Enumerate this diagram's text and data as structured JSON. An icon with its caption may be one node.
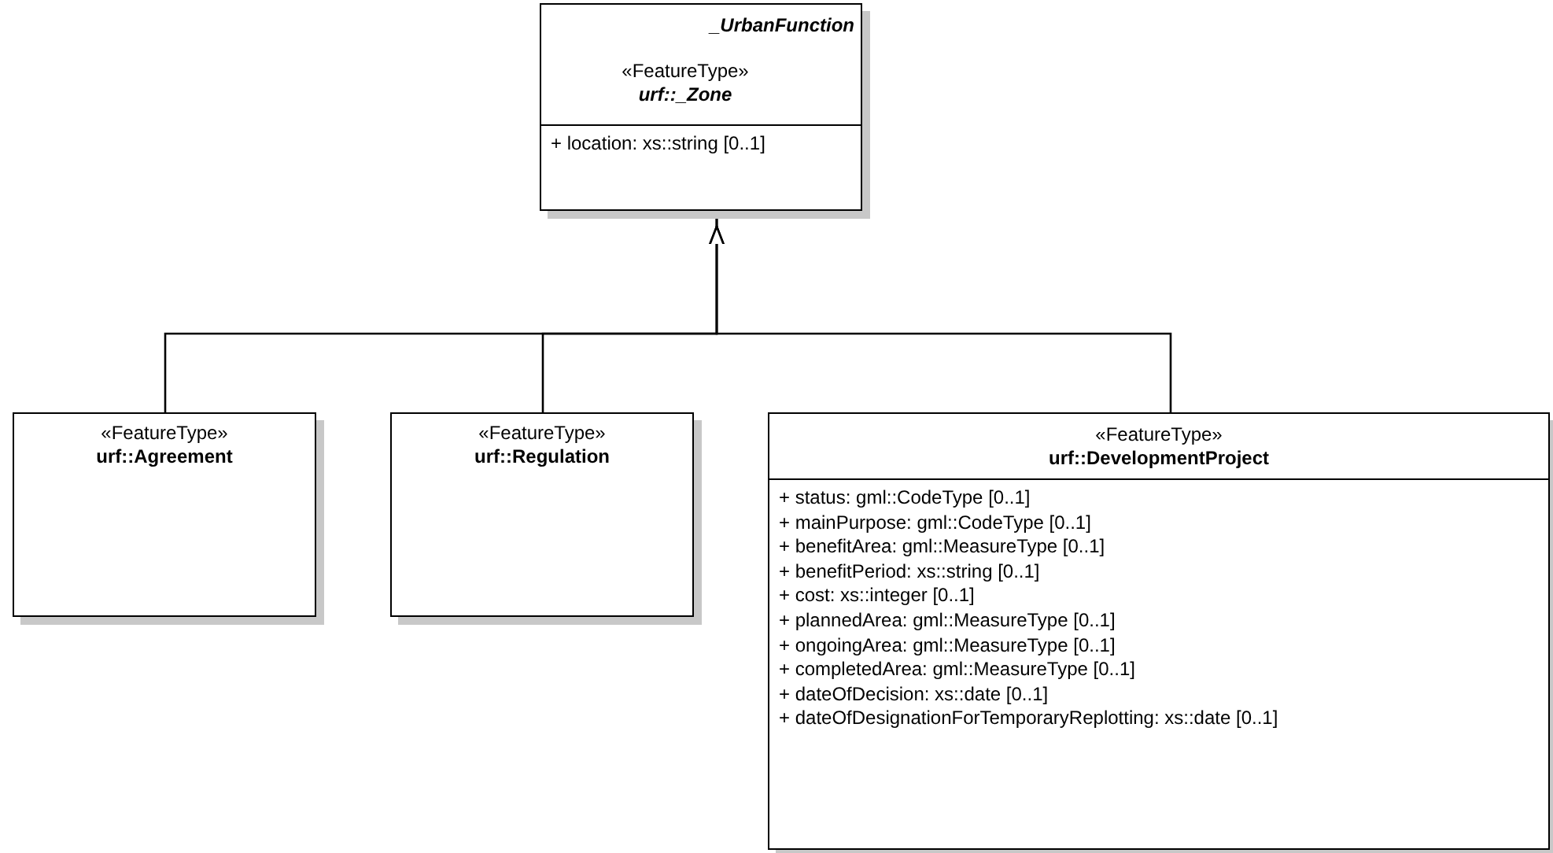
{
  "diagram": {
    "nodes": [
      {
        "text": [
          "_UrbanFunction",
          "«FeatureType»",
          "urf::_Zone",
          "+ location: xs::string [0..1]"
        ]
      },
      {
        "text": [
          "«FeatureType»",
          "urf::Agreement"
        ]
      },
      {
        "text": [
          "«FeatureType»",
          "urf::Regulation"
        ]
      },
      {
        "text": [
          "«FeatureType»",
          "urf::DevelopmentProject",
          "+ status: gml::CodeType [0..1]",
          "+ mainPurpose: gml::CodeType [0..1]",
          "+ benefitArea: gml::MeasureType [0..1]",
          "+ benefitPeriod: xs::string [0..1]",
          "+ cost: xs::integer [0..1]",
          "+ plannedArea: gml::MeasureType [0..1]",
          "+ ongoingArea: gml::MeasureType [0..1]",
          "+ completedArea: gml::MeasureType [0..1]",
          "+ dateOfDecision: xs::date [0..1]",
          "+ dateOfDesignationForTemporaryReplotting: xs::date [0..1]"
        ]
      }
    ],
    "edges": [
      {
        "from": 1,
        "to": 0,
        "arrow": "to"
      },
      {
        "from": 2,
        "to": 0,
        "arrow": "to"
      },
      {
        "from": 3,
        "to": 0,
        "arrow": "to"
      }
    ]
  }
}
